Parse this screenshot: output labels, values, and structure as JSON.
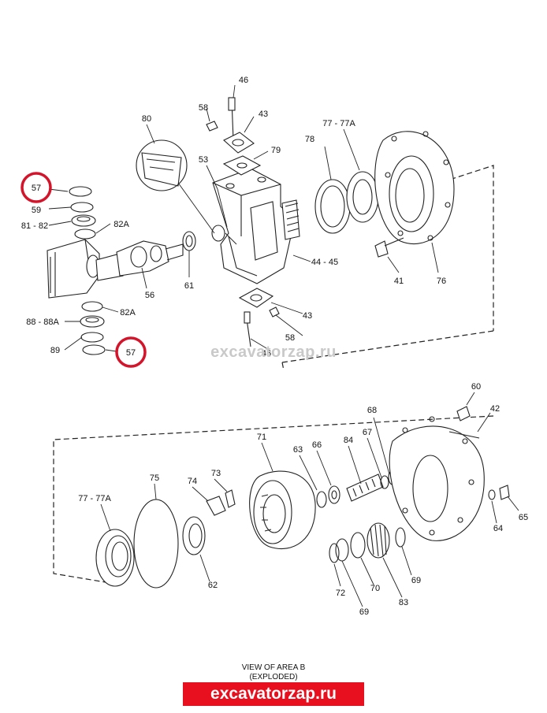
{
  "diagram": {
    "labels": {
      "p46_top": "46",
      "p58_top": "58",
      "p43_top": "43",
      "p80": "80",
      "p79": "79",
      "p53": "53",
      "p57_top": "57",
      "p59": "59",
      "p81_82": "81 - 82",
      "p82A_top": "82A",
      "p56": "56",
      "p61": "61",
      "p44_45": "44 - 45",
      "p78": "78",
      "p77_77A_top": "77 - 77A",
      "p41": "41",
      "p76": "76",
      "p43_bot": "43",
      "p58_bot": "58",
      "p46_bot": "46",
      "p82A_bot": "82A",
      "p88_88A": "88 - 88A",
      "p89": "89",
      "p57_bot": "57",
      "p60": "60",
      "p42": "42",
      "p68": "68",
      "p71": "71",
      "p63": "63",
      "p66": "66",
      "p84": "84",
      "p67": "67",
      "p75": "75",
      "p74": "74",
      "p73": "73",
      "p77_77A_bot": "77 - 77A",
      "p62": "62",
      "p64": "64",
      "p65": "65",
      "p69_right": "69",
      "p72": "72",
      "p70": "70",
      "p69_bot": "69",
      "p83": "83"
    },
    "caption_line1": "VIEW OF AREA B",
    "caption_line2": "(EXPLODED)",
    "watermark": "excavatorzap.ru",
    "brand": "excavatorzap.ru"
  }
}
